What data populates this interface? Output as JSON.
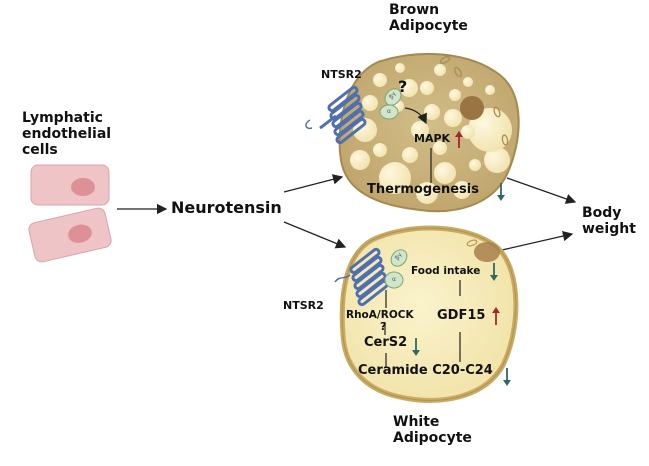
{
  "source": {
    "label_lines": [
      "Lymphatic",
      "endothelial",
      "cells"
    ]
  },
  "mediator": {
    "label": "Neurotensin"
  },
  "brown_adipocyte": {
    "title_lines": [
      "Brown",
      "Adipocyte"
    ],
    "receptor_label": "NTSR2",
    "unknown_mark": "?",
    "mapk": {
      "label": "MAPK",
      "direction": "up"
    },
    "thermogenesis": {
      "label": "Thermogenesis",
      "direction": "down"
    },
    "subunit_labels": [
      "βγ",
      "α"
    ]
  },
  "white_adipocyte": {
    "title_lines": [
      "White",
      "Adipocyte"
    ],
    "receptor_label": "NTSR2",
    "subunit_labels": [
      "βγ",
      "α"
    ],
    "rhoa_rock": {
      "label": "RhoA/ROCK"
    },
    "unknown_mark": "?",
    "cers2": {
      "label": "CerS2",
      "direction": "down"
    },
    "ceramide": {
      "label": "Ceramide C20-C24",
      "direction": "down"
    },
    "food_intake": {
      "label": "Food intake",
      "direction": "down"
    },
    "gdf15": {
      "label": "GDF15",
      "direction": "up"
    }
  },
  "outcome": {
    "label_lines": [
      "Body",
      "weight"
    ]
  },
  "colors": {
    "up_arrow": "#a3262e",
    "down_arrow": "#2e6b5e",
    "brown_cell_fill": "#c9b27a",
    "brown_cell_border": "#a48a4f",
    "white_cell_fill": "#f7eebd",
    "white_cell_border": "#c9ab63",
    "lipid_droplet": "#f6ecc0",
    "endothelial_fill": "#efc4c6",
    "endothelial_nucleus": "#dd9197",
    "receptor": "#5f7fc0",
    "g_protein": "#cfe6c8"
  }
}
